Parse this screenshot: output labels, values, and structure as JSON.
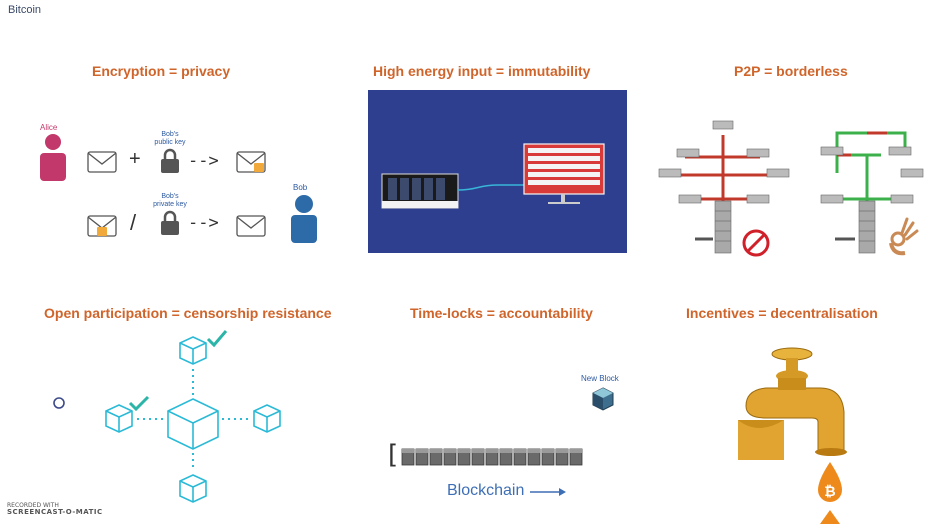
{
  "page": {
    "label": "Bitcoin"
  },
  "panels": {
    "encryption": {
      "title": "Encryption = privacy",
      "alice": "Alice",
      "bob": "Bob",
      "public_key": "Bob's\npublic key",
      "private_key": "Bob's\nprivate key",
      "plus": "+",
      "slash": "/",
      "arrow": "-->"
    },
    "energy": {
      "title": "High energy input = immutability"
    },
    "p2p": {
      "title": "P2P = borderless"
    },
    "open": {
      "title": "Open participation = censorship resistance"
    },
    "timelocks": {
      "title": "Time-locks = accountability",
      "new_block": "New Block",
      "blockchain": "Blockchain"
    },
    "incentives": {
      "title": "Incentives = decentralisation"
    }
  },
  "watermark": {
    "line1": "RECORDED WITH",
    "line2": "SCREENCAST-O-MATIC"
  },
  "colors": {
    "title": "#d0652b",
    "alice": "#c2386a",
    "bob": "#2d6aa8",
    "teal": "#2bbad6",
    "check": "#2bb5a8",
    "navy_panel": "#2e3f8f",
    "gold": "#e1a430",
    "bitcoin_drop": "#ee8a1c"
  },
  "icons": [
    "person-icon",
    "envelope-icon",
    "padlock-icon",
    "cube-icon",
    "checkmark-icon",
    "prohibited-icon",
    "ok-hand-icon",
    "faucet-icon",
    "bitcoin-icon",
    "block-icon"
  ]
}
